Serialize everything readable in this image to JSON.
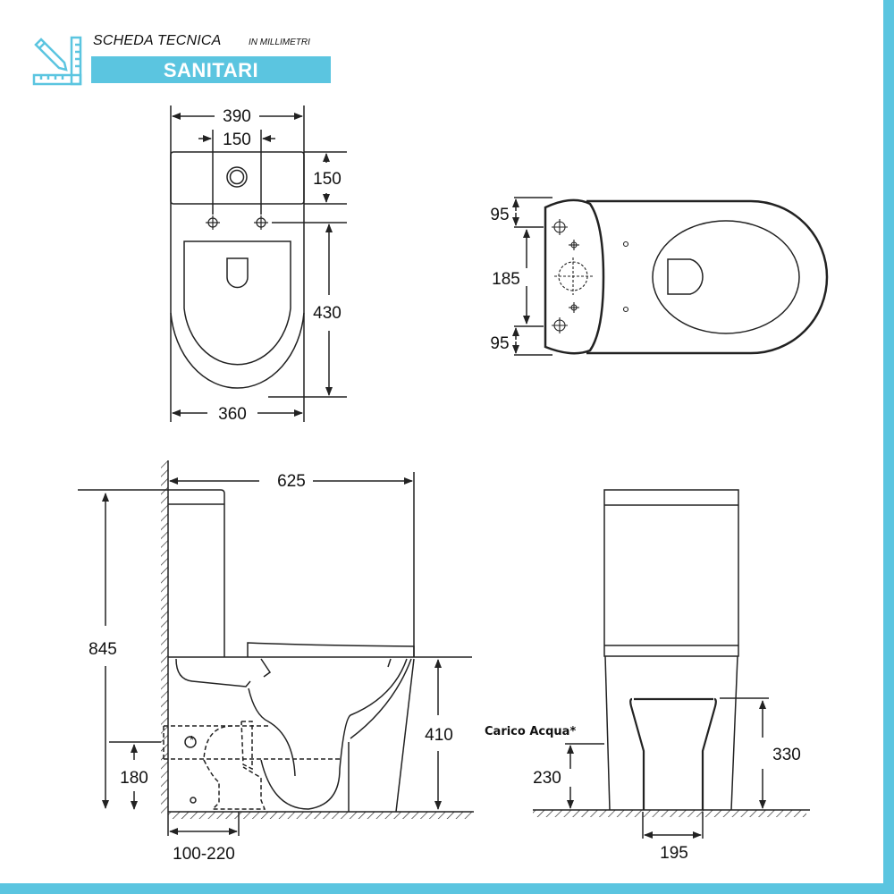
{
  "header": {
    "title": "SCHEDA TECNICA",
    "units": "IN MILLIMETRI",
    "category": "SANITARI",
    "icon": "pencil-ruler-icon",
    "accent_color": "#5bc5e0"
  },
  "views": {
    "top_view": {
      "width_total": "390",
      "hole_spacing": "150",
      "cistern_depth": "150",
      "bowl_length": "430",
      "bowl_width": "360"
    },
    "floor_plan": {
      "top_offset": "95",
      "center_span": "185",
      "bottom_offset": "95"
    },
    "side_view": {
      "depth_total": "625",
      "height_total": "845",
      "seat_height": "410",
      "water_inlet_height": "180",
      "drain_offset": "100-220"
    },
    "front_view": {
      "water_inlet_label": "Carico Acqua*",
      "water_inlet_height": "230",
      "base_height": "330",
      "base_width": "195"
    }
  }
}
